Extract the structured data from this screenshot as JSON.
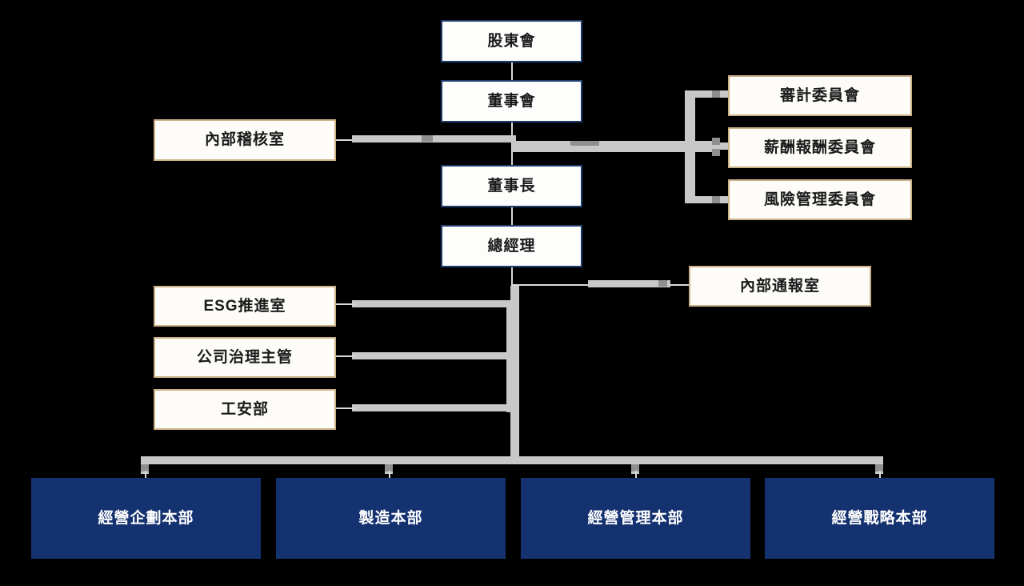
{
  "chart": {
    "type": "org-chart",
    "title": "",
    "background_color": "#000000",
    "palette": {
      "spine_box_fill": "#fdfdfb",
      "spine_box_border": "#1e3c6e",
      "gold_box_fill": "#fdfcf8",
      "gold_box_border": "#cbb186",
      "division_box_fill": "#153270",
      "division_text": "#ffffff",
      "node_text": "#1a1a1a",
      "connector_light": "#c8c8c8",
      "connector_thin": "#d9d9d9",
      "connector_dark": "#8f8f8f"
    }
  },
  "nodes": {
    "spine": [
      {
        "id": "shareholders",
        "label": "股東會"
      },
      {
        "id": "board",
        "label": "董事會"
      },
      {
        "id": "chairman",
        "label": "董事長"
      },
      {
        "id": "president",
        "label": "總經理"
      }
    ],
    "committees": [
      {
        "id": "audit-committee",
        "label": "審計委員會"
      },
      {
        "id": "compensation-committee",
        "label": "薪酬報酬委員會"
      },
      {
        "id": "risk-committee",
        "label": "風險管理委員會"
      }
    ],
    "board_staff": [
      {
        "id": "internal-audit-office",
        "label": "內部稽核室"
      }
    ],
    "president_staff_left": [
      {
        "id": "esg-office",
        "label": "ESG推進室"
      },
      {
        "id": "corporate-governance-officer",
        "label": "公司治理主管"
      },
      {
        "id": "safety-department",
        "label": "工安部"
      }
    ],
    "president_staff_right": [
      {
        "id": "whistleblowing-office",
        "label": "內部通報室"
      }
    ],
    "divisions": [
      {
        "id": "business-planning-hq",
        "label": "經營企劃本部"
      },
      {
        "id": "manufacturing-hq",
        "label": "製造本部"
      },
      {
        "id": "business-management-hq",
        "label": "經營管理本部"
      },
      {
        "id": "business-strategy-hq",
        "label": "經營戰略本部"
      }
    ]
  },
  "relations": [
    {
      "from": "shareholders",
      "to": "board"
    },
    {
      "from": "board",
      "to": "chairman"
    },
    {
      "from": "board",
      "to": "audit-committee"
    },
    {
      "from": "board",
      "to": "compensation-committee"
    },
    {
      "from": "board",
      "to": "risk-committee"
    },
    {
      "from": "board",
      "to": "internal-audit-office"
    },
    {
      "from": "chairman",
      "to": "president"
    },
    {
      "from": "president",
      "to": "whistleblowing-office"
    },
    {
      "from": "president",
      "to": "esg-office"
    },
    {
      "from": "president",
      "to": "corporate-governance-officer"
    },
    {
      "from": "president",
      "to": "safety-department"
    },
    {
      "from": "president",
      "to": "business-planning-hq"
    },
    {
      "from": "president",
      "to": "manufacturing-hq"
    },
    {
      "from": "president",
      "to": "business-management-hq"
    },
    {
      "from": "president",
      "to": "business-strategy-hq"
    }
  ]
}
